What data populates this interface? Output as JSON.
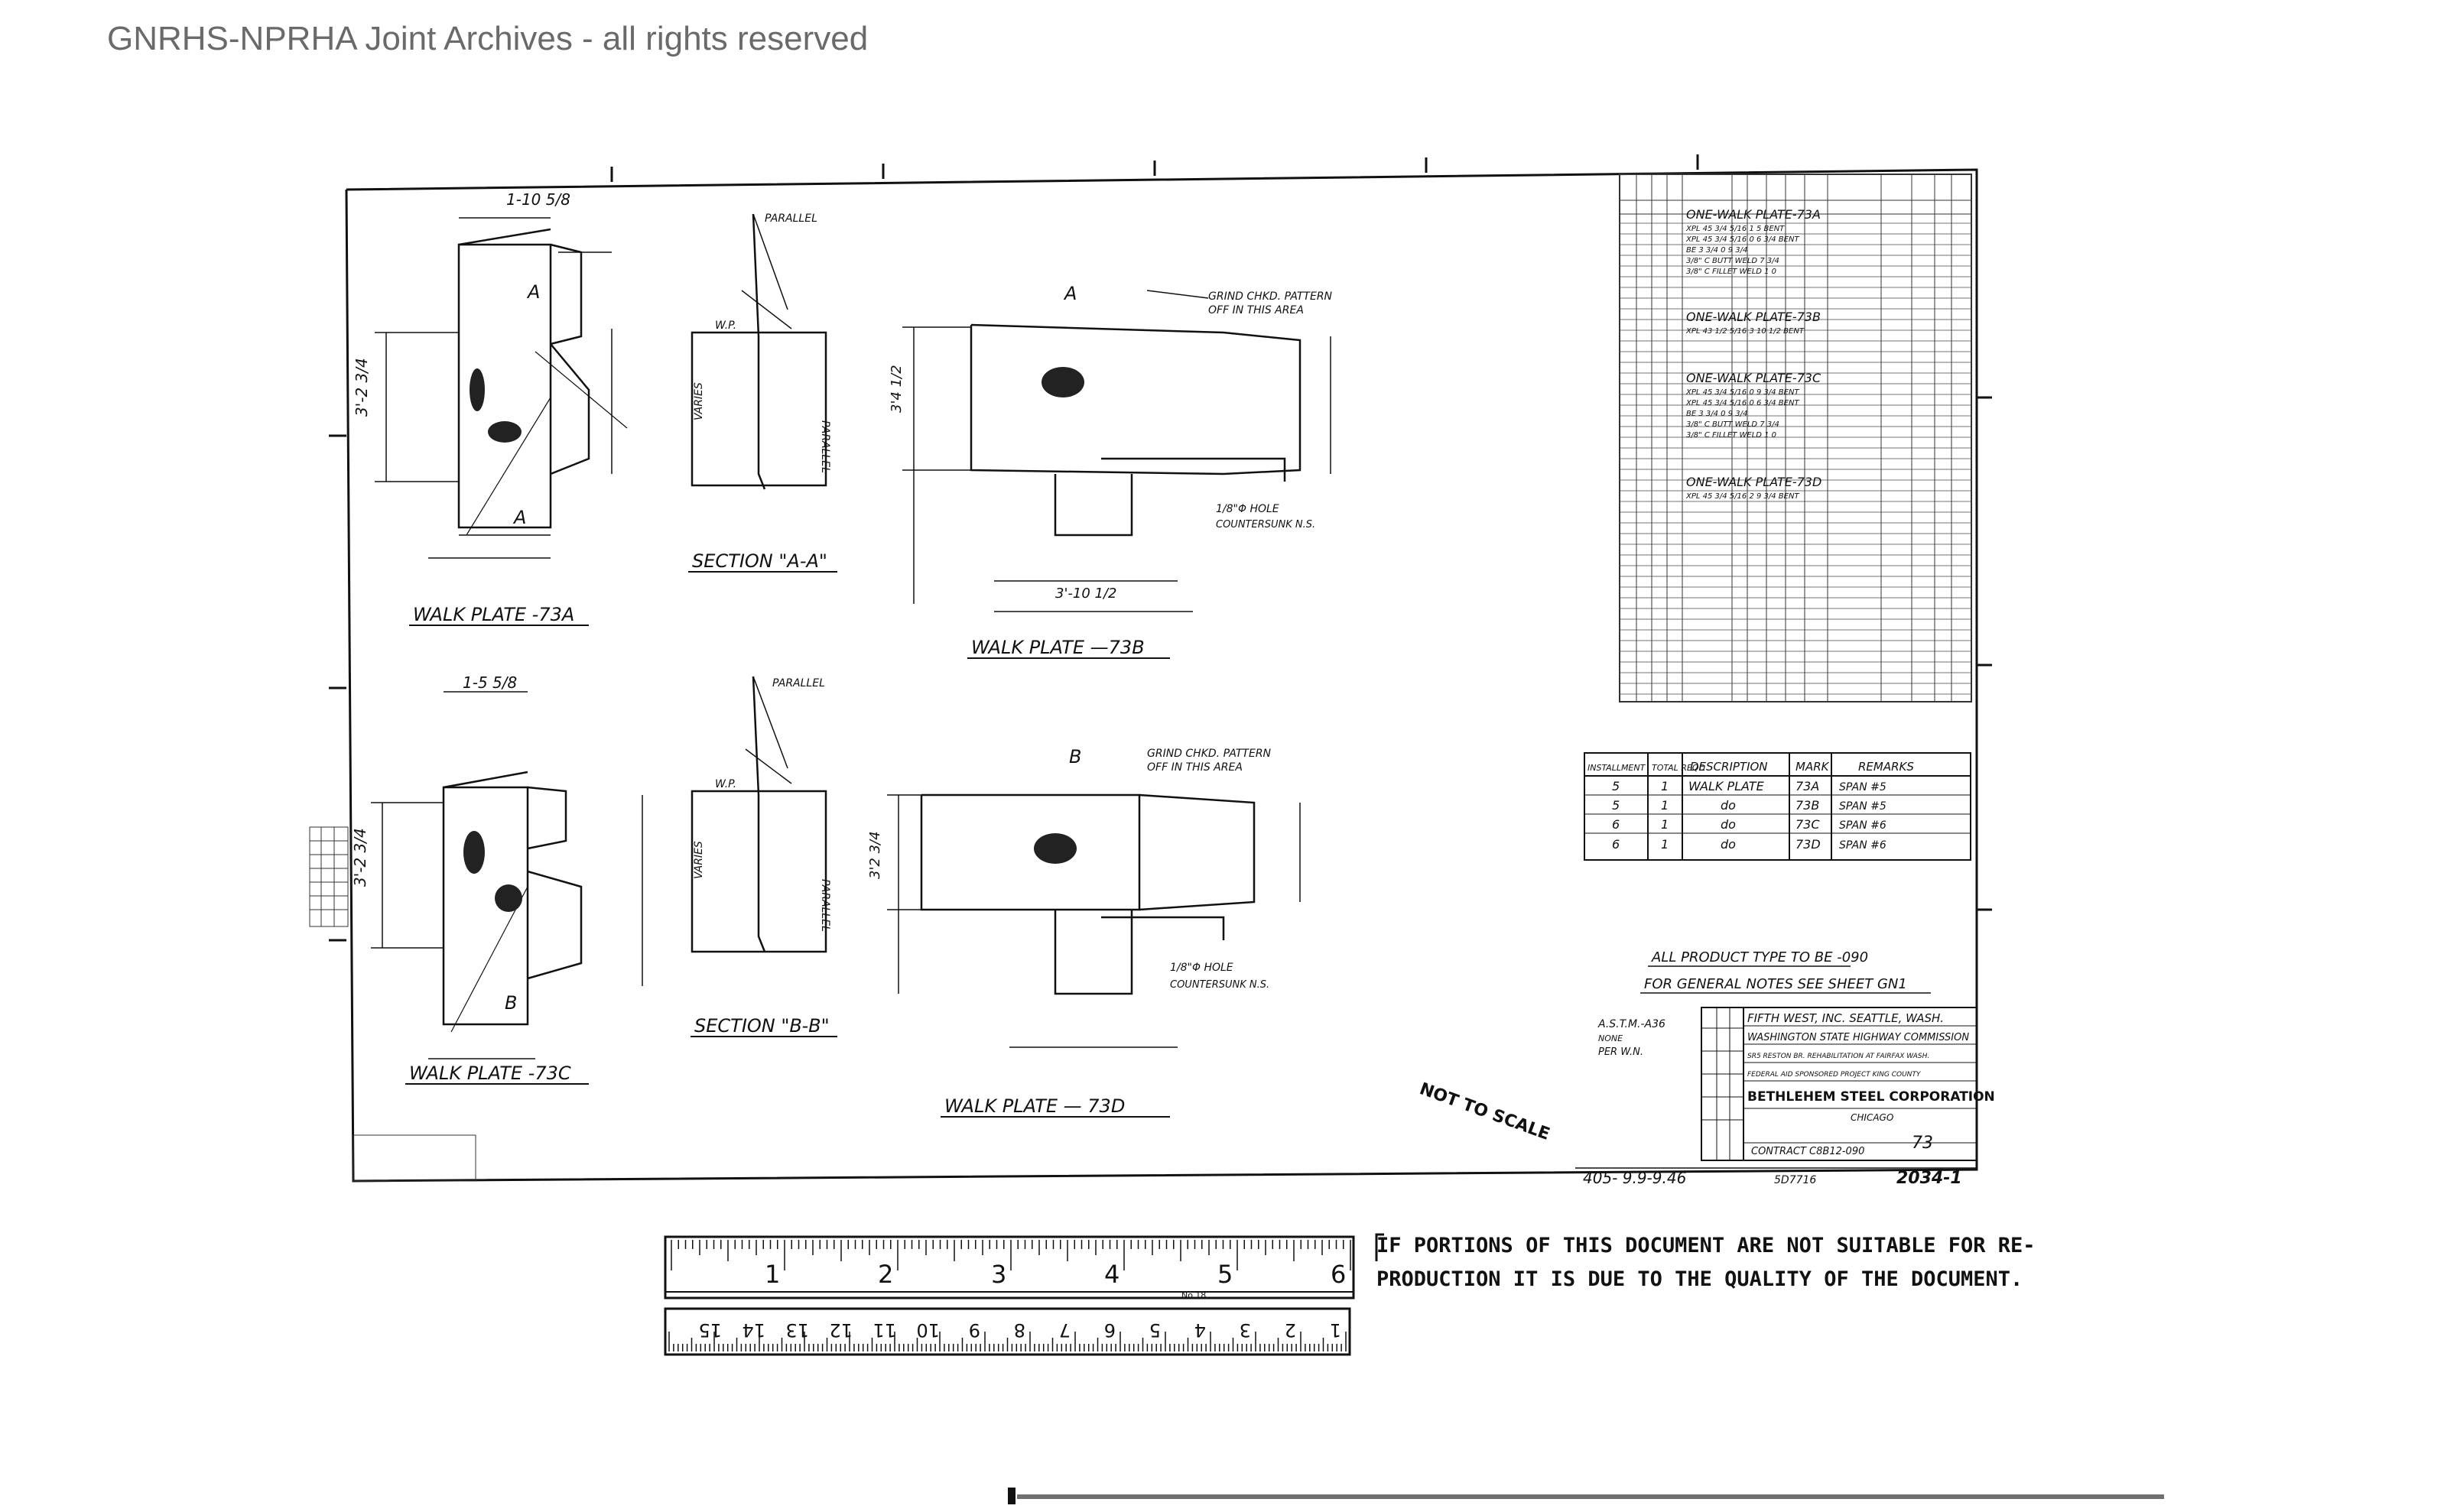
{
  "watermark": "GNRHS-NPRHA Joint Archives - all rights reserved",
  "views": {
    "walk_73a": "WALK PLATE -73A",
    "section_aa": "SECTION \"A-A\"",
    "walk_73b": "WALK PLATE —73B",
    "walk_73c": "WALK PLATE -73C",
    "section_bb": "SECTION \"B-B\"",
    "walk_73d": "WALK PLATE — 73D",
    "not_to_scale": "NOT TO SCALE"
  },
  "callouts": {
    "grind_pattern_1": "GRIND CHKD. PATTERN",
    "grind_pattern_2": "OFF IN THIS AREA",
    "hole": "1/8\"Φ HOLE",
    "countersunk": "COUNTERSUNK N.S.",
    "parallel": "PARALLEL",
    "varies": "VARIES",
    "wp": "W.P.",
    "a_mark": "A",
    "b_mark": "B",
    "dim_73a_top": "1-10 5/8",
    "dim_73a_h": "3'-2 3/4",
    "dim_73b_w": "3'-10 1/2",
    "dim_73b_h": "3'4 1/2",
    "dim_73c_top": "1-5 5/8",
    "dim_73c_h": "3'-2 3/4",
    "dim_73d_h": "3'2 3/4"
  },
  "shop_bill": {
    "groups": [
      {
        "title": "ONE-WALK PLATE-73A",
        "rows": [
          "XPL 45 3/4  5/16 1 5  BENT",
          "XPL 45 3/4  5/16 0 6 3/4 BENT",
          "BE 3  3/4 0 9 3/4",
          "3/8\" C BUTT WELD  7 3/4",
          "3/8\" C FILLET WELD  1 0"
        ]
      },
      {
        "title": "ONE-WALK PLATE-73B",
        "rows": [
          "XPL 43 1/2  5/16 3 10 1/2 BENT"
        ]
      },
      {
        "title": "ONE-WALK PLATE-73C",
        "rows": [
          "XPL 45 3/4  5/16 0 9 3/4 BENT",
          "XPL 45 3/4  5/16 0 6 3/4 BENT",
          "BE 3  3/4 0 9 3/4",
          "3/8\" C BUTT WELD  7 3/4",
          "3/8\" C FILLET WELD  1 0"
        ]
      },
      {
        "title": "ONE-WALK PLATE-73D",
        "rows": [
          "XPL 45 3/4  5/16 2 9 3/4 BENT"
        ]
      }
    ]
  },
  "schedule": {
    "headers": [
      "INSTALLMENT",
      "TOTAL REQD",
      "DESCRIPTION",
      "MARK",
      "REMARKS"
    ],
    "rows": [
      [
        "5",
        "1",
        "WALK PLATE",
        "73A",
        "SPAN #5"
      ],
      [
        "5",
        "1",
        "do",
        "73B",
        "SPAN #5"
      ],
      [
        "6",
        "1",
        "do",
        "73C",
        "SPAN #6"
      ],
      [
        "6",
        "1",
        "do",
        "73D",
        "SPAN #6"
      ]
    ]
  },
  "notes": {
    "product_type": "ALL PRODUCT TYPE TO BE -090",
    "general_notes": "FOR GENERAL NOTES SEE SHEET GN1"
  },
  "title_block": {
    "line1": "FIFTH WEST, INC.   SEATTLE, WASH.",
    "line2": "WASHINGTON STATE HIGHWAY COMMISSION",
    "line3": "SR5 RESTON BR. REHABILITATION AT FAIRFAX WASH.",
    "line4": "FEDERAL AID SPONSORED PROJECT  KING COUNTY",
    "company": "BETHLEHEM STEEL CORPORATION",
    "plant": "CHICAGO",
    "contract": "CONTRACT C8B12-090",
    "sheet_no": "73",
    "left_notes": [
      "A.S.T.M.-A36",
      "NONE",
      "PER W.N."
    ]
  },
  "bottom_refs": {
    "ref_left": "405- 9.9-9.46",
    "ref_mid": "5D7716",
    "ref_right": "2034-1"
  },
  "ruler": {
    "top_numbers": [
      "1",
      "2",
      "3",
      "4",
      "5",
      "6"
    ],
    "bottom_numbers": [
      "1",
      "2",
      "3",
      "4",
      "5",
      "6",
      "7",
      "8",
      "9",
      "10",
      "11",
      "12",
      "13",
      "14",
      "15"
    ],
    "ruler_label": "No.18"
  },
  "notice": {
    "line1": "IF PORTIONS OF THIS DOCUMENT ARE NOT SUITABLE FOR RE-",
    "line2": "PRODUCTION IT IS DUE TO THE QUALITY OF THE DOCUMENT."
  }
}
